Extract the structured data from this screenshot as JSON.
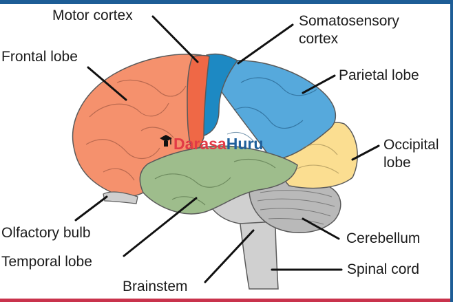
{
  "labels": {
    "motor_cortex": "Motor cortex",
    "somatosensory_line1": "Somatosensory",
    "somatosensory_line2": "cortex",
    "frontal_lobe": "Frontal lobe",
    "parietal_lobe": "Parietal lobe",
    "occipital_line1": "Occipital",
    "occipital_line2": "lobe",
    "olfactory_bulb": "Olfactory bulb",
    "cerebellum": "Cerebellum",
    "temporal_lobe": "Temporal lobe",
    "spinal_cord": "Spinal cord",
    "brainstem": "Brainstem"
  },
  "watermark": {
    "part1": "Darasa",
    "part2": "Huru"
  },
  "colors": {
    "top_bar": "#1d5d96",
    "bottom_bar": "#c9334c",
    "frontal": "#f5916d",
    "motor": "#ef6846",
    "somatosensory": "#1d89c3",
    "parietal": "#56a9dc",
    "occipital": "#fbde91",
    "temporal": "#9ebd8c",
    "cerebellum": "#b9b9b9",
    "brainstem": "#d0d0d0",
    "watermark_primary": "#e23b46",
    "watermark_secondary": "#1e5f9b"
  }
}
